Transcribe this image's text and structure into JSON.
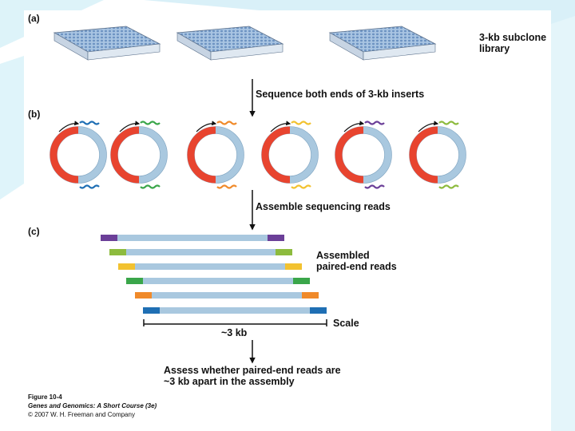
{
  "figure": {
    "panel_a_label": "(a)",
    "panel_b_label": "(b)",
    "panel_c_label": "(c)",
    "library_label_line1": "3-kb subclone",
    "library_label_line2": "library",
    "step1": "Sequence both ends of 3-kb inserts",
    "step2": "Assemble sequencing reads",
    "assembled_line1": "Assembled",
    "assembled_line2": "paired-end reads",
    "scale_label": "Scale",
    "scale_size": "~3 kb",
    "assess_line1": "Assess whether paired-end reads are",
    "assess_line2": "~3 kb apart in the assembly"
  },
  "caption": {
    "figure_number": "Figure 10-4",
    "book_title": "Genes and Genomics: A Short Course (3e)",
    "copyright": "© 2007 W. H. Freeman and Company"
  },
  "colors": {
    "insert": "#e8442f",
    "vector": "#a9c8df",
    "plate": "#a8c4e2",
    "read_colors": [
      "#6b3f98",
      "#8dbb3e",
      "#f2c230",
      "#3aa64a",
      "#f08a2a",
      "#1f6fb4"
    ]
  }
}
